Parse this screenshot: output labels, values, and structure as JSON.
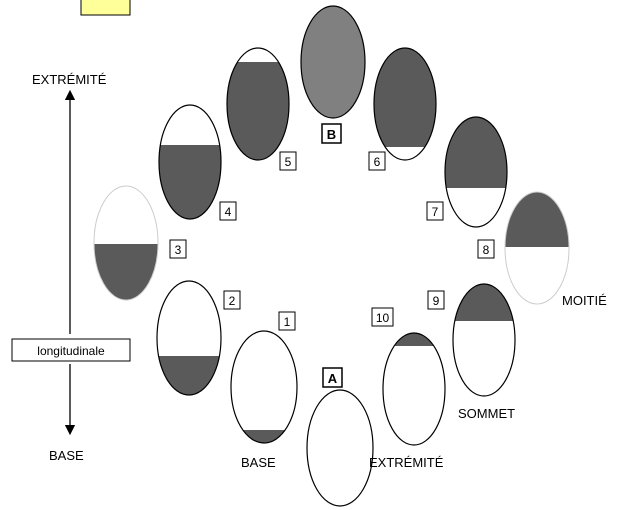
{
  "colors": {
    "fill_dark": "#5a5a5a",
    "fill_light": "#ffffff",
    "fill_full": "#808080",
    "stroke": "#000000",
    "tag_bg": "#ffff99"
  },
  "axis": {
    "top_label": "EXTRÉMITÉ",
    "bottom_label": "BASE",
    "middle_label": "longitudinale"
  },
  "markers": {
    "a": "A",
    "b": "B"
  },
  "annotations": {
    "base": "BASE",
    "extremite": "EXTRÉMITÉ",
    "sommet": "SOMMET",
    "moitie": "MOITIÉ"
  },
  "eggs": [
    {
      "id": "A",
      "label": "",
      "fill_from": "none",
      "fill_fraction": 0
    },
    {
      "id": "1",
      "label": "1",
      "fill_from": "bottom",
      "fill_fraction": 0.08
    },
    {
      "id": "2",
      "label": "2",
      "fill_from": "bottom",
      "fill_fraction": 0.3
    },
    {
      "id": "3",
      "label": "3",
      "fill_from": "bottom",
      "fill_fraction": 0.5
    },
    {
      "id": "4",
      "label": "4",
      "fill_from": "bottom",
      "fill_fraction": 0.7
    },
    {
      "id": "5",
      "label": "5",
      "fill_from": "bottom",
      "fill_fraction": 0.9
    },
    {
      "id": "B",
      "label": "",
      "fill_from": "bottom",
      "fill_fraction": 1.0
    },
    {
      "id": "6",
      "label": "6",
      "fill_from": "top",
      "fill_fraction": 0.9
    },
    {
      "id": "7",
      "label": "7",
      "fill_from": "top",
      "fill_fraction": 0.7
    },
    {
      "id": "8",
      "label": "8",
      "fill_from": "top",
      "fill_fraction": 0.5
    },
    {
      "id": "9",
      "label": "9",
      "fill_from": "top",
      "fill_fraction": 0.3
    },
    {
      "id": "10",
      "label": "10",
      "fill_from": "top",
      "fill_fraction": 0.08
    }
  ]
}
